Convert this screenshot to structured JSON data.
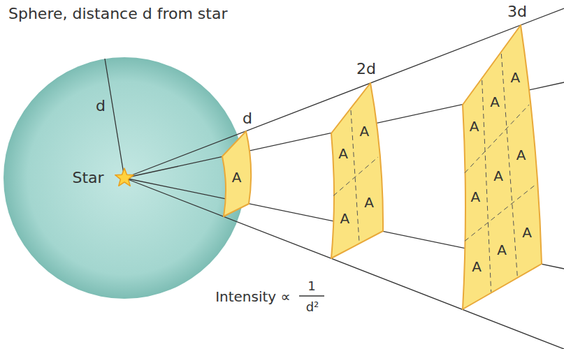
{
  "diagram": {
    "nodes": [
      {
        "text": [
          "Sphere, distance d from star",
          "d",
          "Star"
        ]
      },
      {
        "text": [
          "d",
          "A"
        ]
      },
      {
        "text": [
          "2d",
          "A",
          "A",
          "A",
          "A"
        ]
      },
      {
        "text": [
          "3d",
          "A",
          "A",
          "A",
          "A",
          "A",
          "A",
          "A",
          "A",
          "A"
        ]
      }
    ],
    "labels": [
      "Intensity ∝",
      "1",
      "d²"
    ]
  }
}
